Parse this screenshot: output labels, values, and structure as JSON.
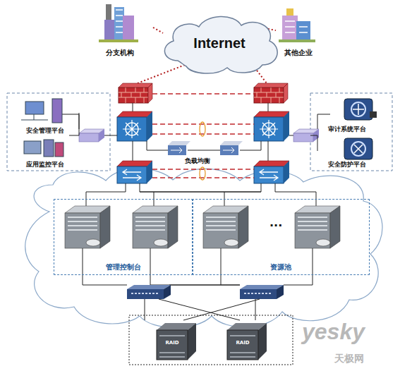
{
  "diagram": {
    "nodes": [
      {
        "text": [
          "分支机构"
        ]
      },
      {
        "text": [
          "Internet"
        ]
      },
      {
        "text": [
          "其他企业"
        ]
      },
      {
        "text": [
          "安全管理平台"
        ]
      },
      {
        "text": [
          "应用监控平台"
        ]
      },
      {
        "text": [
          "审计系统平台"
        ]
      },
      {
        "text": [
          "安全防护平台"
        ]
      },
      {
        "text": [
          "管理控制台"
        ]
      },
      {
        "text": [
          "资源池"
        ]
      },
      {
        "text": [
          "RAID"
        ]
      },
      {
        "text": [
          "RAID"
        ]
      }
    ],
    "edges": [
      {
        "from": 0,
        "to": 1,
        "arrow": "none"
      },
      {
        "from": 2,
        "to": 1,
        "arrow": "none"
      }
    ],
    "labels": [
      "负载均衡",
      "···",
      "yesky",
      "天极网"
    ]
  }
}
